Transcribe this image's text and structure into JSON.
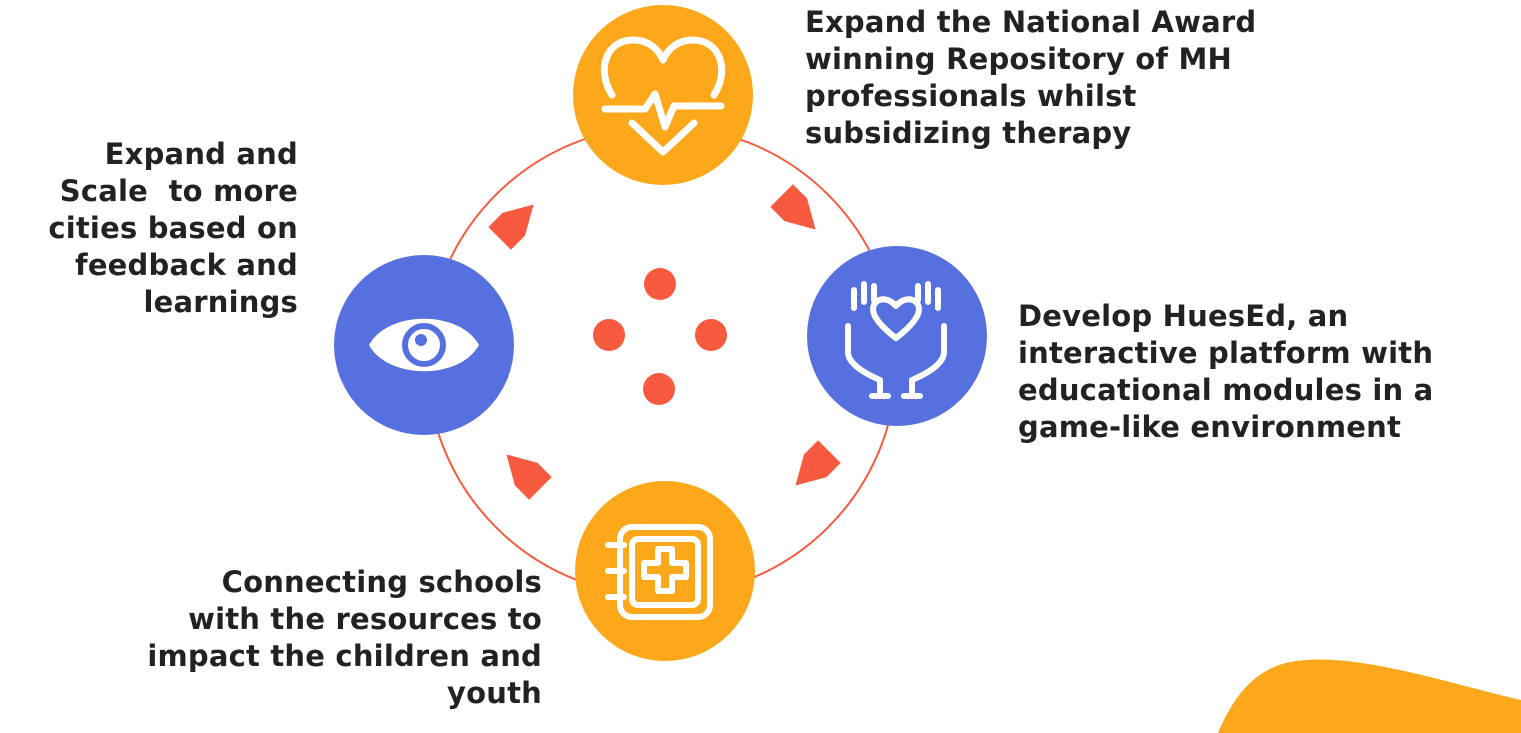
{
  "colors": {
    "orange": "#FCA81A",
    "blue": "#5670E0",
    "coral": "#F75A3E",
    "white": "#FFFFFF",
    "text": "#222222"
  },
  "nodes": {
    "top": {
      "icon": "heart-pulse-icon",
      "lines": [
        "Expand the National Award",
        "winning Repository of MH",
        "professionals whilst",
        "subsidizing therapy"
      ]
    },
    "right": {
      "icon": "hands-heart-icon",
      "lines": [
        "Develop HuesEd, an",
        "interactive platform with",
        "educational modules in a",
        "game-like environment"
      ]
    },
    "bottom": {
      "icon": "medical-notebook-icon",
      "lines": [
        "Connecting schools",
        "with the resources to",
        "impact the children and",
        "youth"
      ]
    },
    "left": {
      "icon": "eye-icon",
      "lines": [
        "Expand and",
        "Scale  to more",
        "cities based on",
        "feedback and",
        "learnings"
      ]
    }
  }
}
